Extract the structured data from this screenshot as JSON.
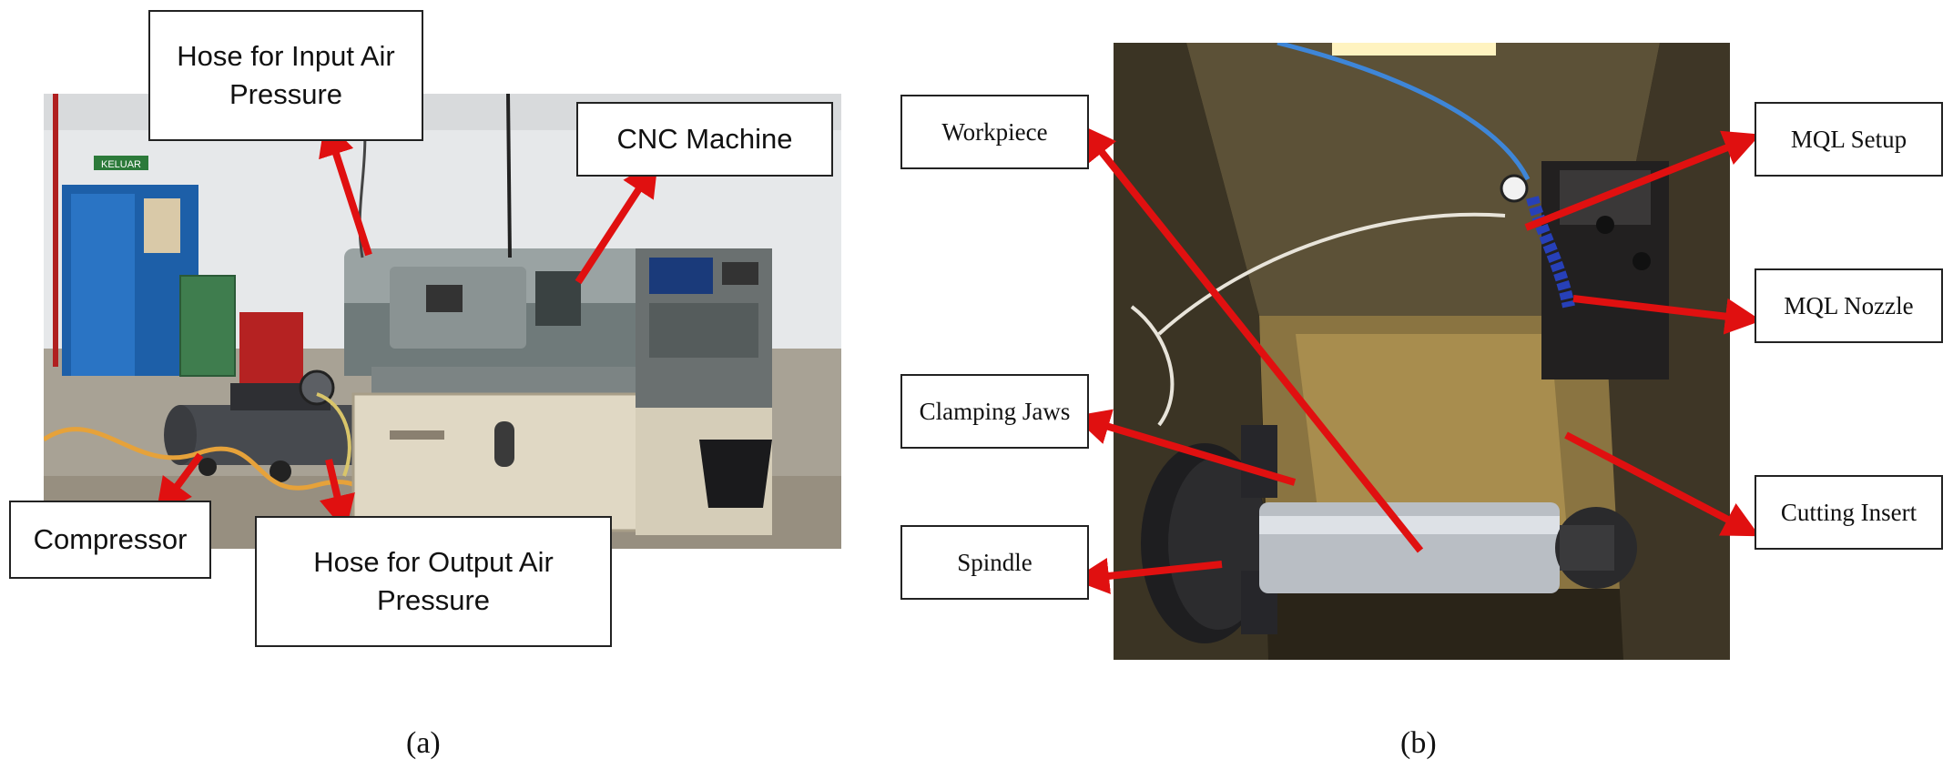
{
  "panel_a": {
    "caption": "(a)",
    "labels": {
      "hose_input": "Hose for Input Air Pressure",
      "cnc_machine": "CNC Machine",
      "compressor": "Compressor",
      "hose_output": "Hose for Output Air Pressure"
    },
    "signs": {
      "exit_sign": "KELUAR"
    }
  },
  "panel_b": {
    "caption": "(b)",
    "labels": {
      "workpiece": "Workpiece",
      "clamping_jaws": "Clamping Jaws",
      "spindle": "Spindle",
      "mql_setup": "MQL Setup",
      "mql_nozzle": "MQL Nozzle",
      "cutting_insert": "Cutting Insert"
    }
  },
  "colors": {
    "arrow": "#e01010",
    "label_border": "#222222"
  }
}
